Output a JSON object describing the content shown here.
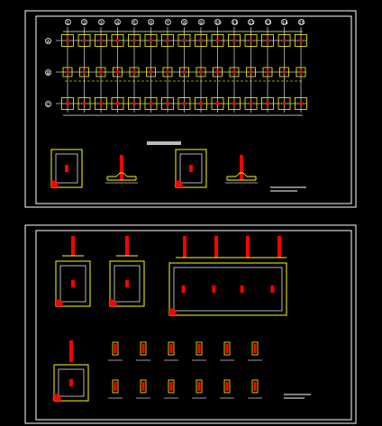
{
  "diagram": {
    "labels": [
      "1",
      "2",
      "3",
      "4",
      "5",
      "6",
      "7",
      "8",
      "9",
      "10",
      "11",
      "12",
      "13",
      "14",
      "15",
      "A",
      "B",
      "C"
    ]
  }
}
